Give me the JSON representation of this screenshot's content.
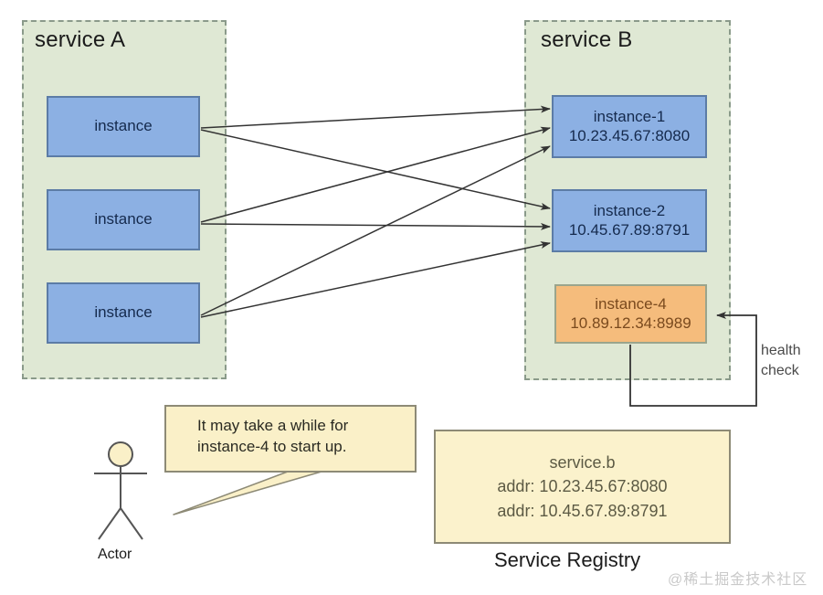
{
  "diagram": {
    "title_a": "service A",
    "title_b": "service B",
    "service_a": {
      "instances": [
        {
          "name": "instance"
        },
        {
          "name": "instance"
        },
        {
          "name": "instance"
        }
      ]
    },
    "service_b": {
      "instances": [
        {
          "name": "instance-1",
          "addr": "10.23.45.67:8080",
          "state": "healthy"
        },
        {
          "name": "instance-2",
          "addr": "10.45.67.89:8791",
          "state": "healthy"
        },
        {
          "name": "instance-4",
          "addr": "10.89.12.34:8989",
          "state": "starting"
        }
      ]
    },
    "health_check": {
      "label_line1": "health",
      "label_line2": "check"
    },
    "speech_bubble": {
      "line1": "It may take a while for",
      "line2": "instance-4 to start up."
    },
    "actor": {
      "label": "Actor"
    },
    "registry": {
      "caption": "Service Registry",
      "service_name": "service.b",
      "addr1": "addr: 10.23.45.67:8080",
      "addr2": "addr: 10.45.67.89:8791"
    },
    "watermark": "@稀土掘金技术社区",
    "colors": {
      "group_fill": "#dfe8d4",
      "group_border": "#8a9a8a",
      "node_blue": "#8cb0e3",
      "node_blue_border": "#5c7ca6",
      "node_orange": "#f5bc7c",
      "node_orange_border": "#9aa58d",
      "bubble_fill": "#faf0c8",
      "registry_fill": "#fbf2cc",
      "box_border": "#8d8a76",
      "arrow": "#333333"
    }
  }
}
